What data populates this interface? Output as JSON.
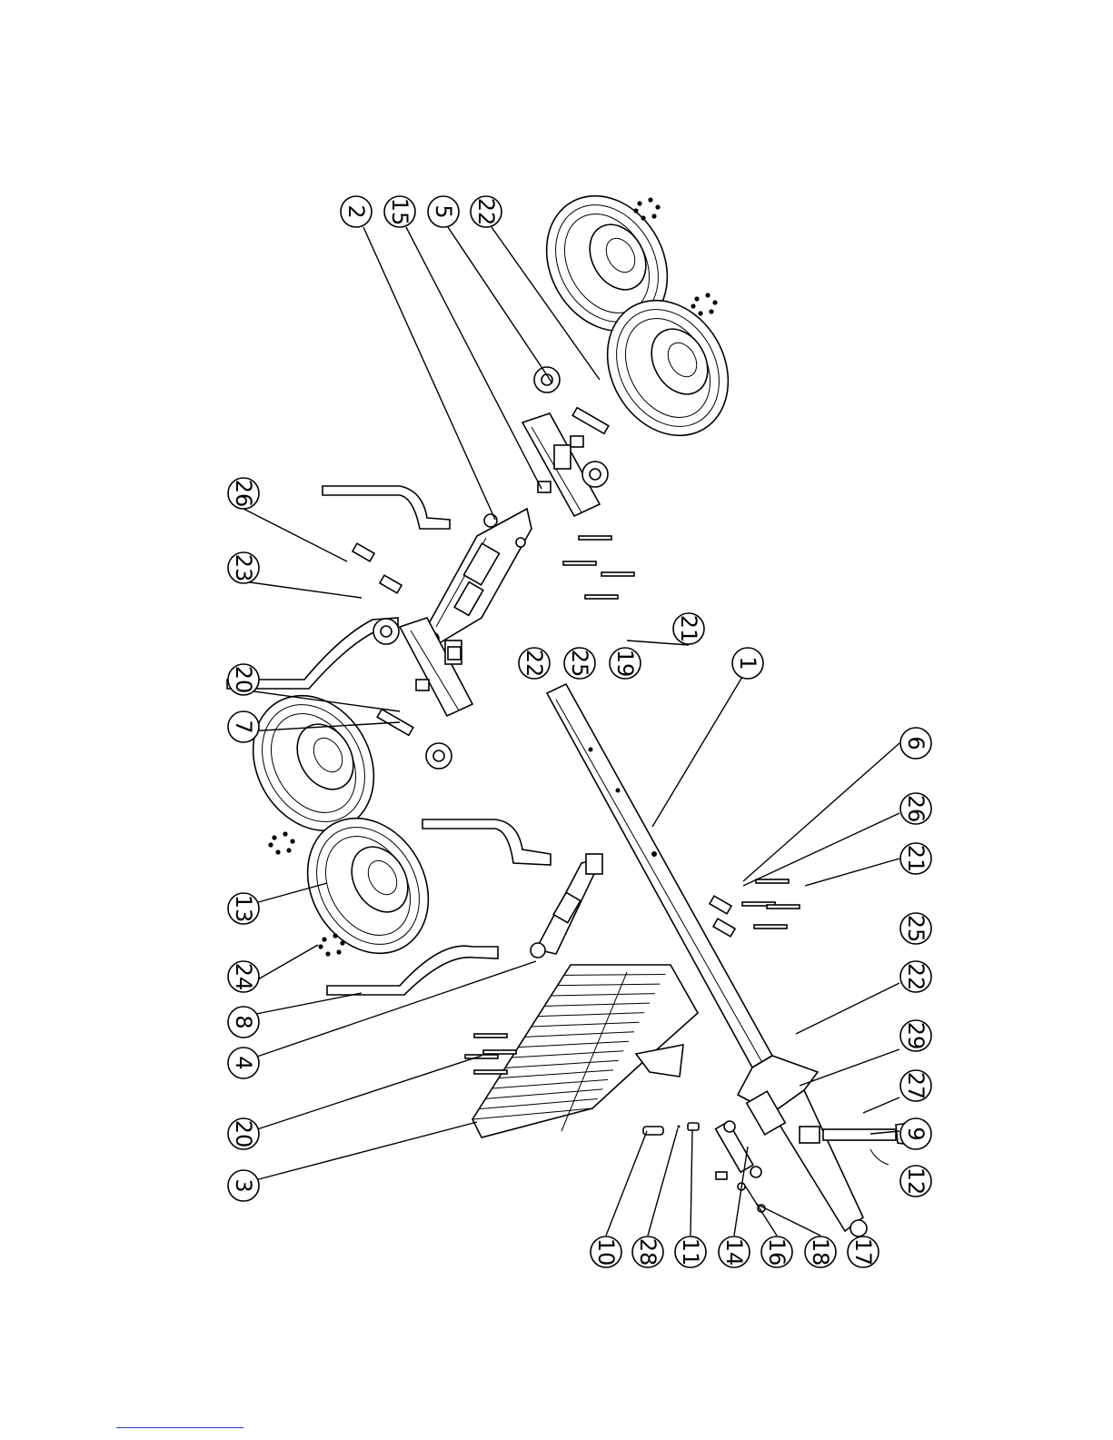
{
  "diagram": {
    "balloons": [
      {
        "id": "b2",
        "label": "2"
      },
      {
        "id": "b15",
        "label": "15"
      },
      {
        "id": "b5",
        "label": "5"
      },
      {
        "id": "b22a",
        "label": "22"
      },
      {
        "id": "b26a",
        "label": "26"
      },
      {
        "id": "b23",
        "label": "23"
      },
      {
        "id": "b20a",
        "label": "20"
      },
      {
        "id": "b7",
        "label": "7"
      },
      {
        "id": "b13",
        "label": "13"
      },
      {
        "id": "b24",
        "label": "24"
      },
      {
        "id": "b8",
        "label": "8"
      },
      {
        "id": "b4",
        "label": "4"
      },
      {
        "id": "b20b",
        "label": "20"
      },
      {
        "id": "b3",
        "label": "3"
      },
      {
        "id": "b22b",
        "label": "22"
      },
      {
        "id": "b25a",
        "label": "25"
      },
      {
        "id": "b19",
        "label": "19"
      },
      {
        "id": "b21a",
        "label": "21"
      },
      {
        "id": "b1",
        "label": "1"
      },
      {
        "id": "b6",
        "label": "6"
      },
      {
        "id": "b26b",
        "label": "26"
      },
      {
        "id": "b21b",
        "label": "21"
      },
      {
        "id": "b25b",
        "label": "25"
      },
      {
        "id": "b22c",
        "label": "22"
      },
      {
        "id": "b29",
        "label": "29"
      },
      {
        "id": "b27",
        "label": "27"
      },
      {
        "id": "b9",
        "label": "9"
      },
      {
        "id": "b12",
        "label": "12"
      },
      {
        "id": "b10",
        "label": "10"
      },
      {
        "id": "b28",
        "label": "28"
      },
      {
        "id": "b11",
        "label": "11"
      },
      {
        "id": "b14",
        "label": "14"
      },
      {
        "id": "b16",
        "label": "16"
      },
      {
        "id": "b18",
        "label": "18"
      },
      {
        "id": "b17",
        "label": "17"
      }
    ]
  },
  "colors": {
    "line": "#000000",
    "background": "#ffffff",
    "link_underline": "#1f3fd0"
  }
}
